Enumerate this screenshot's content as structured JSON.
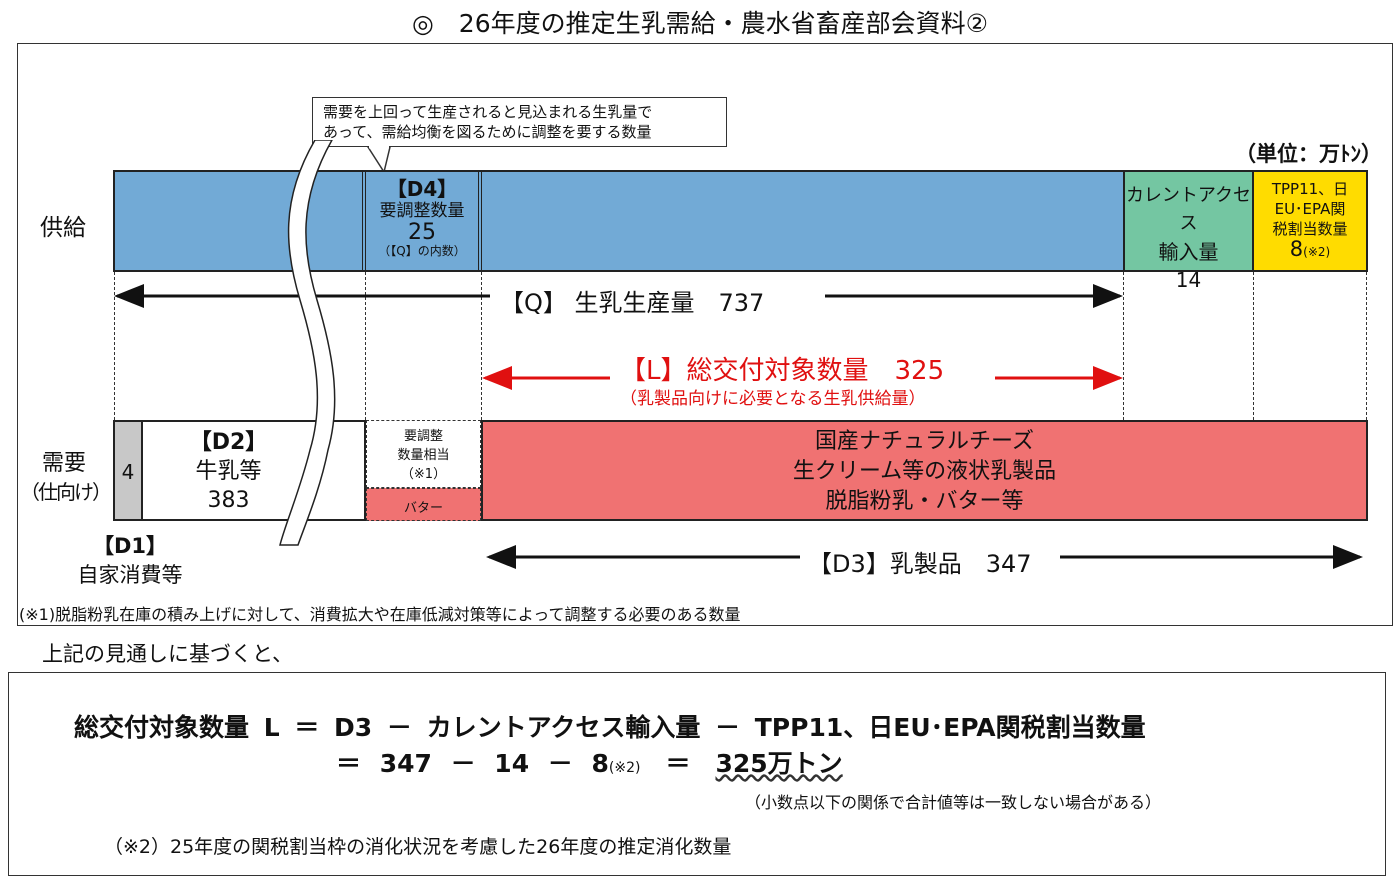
{
  "title": "◎　26年度の推定生乳需給・農水省畜産部会資料②",
  "unit": "（単位：万ﾄﾝ）",
  "callout": [
    "需要を上回って生産されると見込まれる生乳量で",
    "あって、需給均衡を図るために調整を要する数量"
  ],
  "supply": {
    "label": "供給",
    "d4": {
      "tag": "【D4】",
      "name": "要調整数量",
      "value": "25",
      "note": "（【Q】の内数）"
    },
    "ca": {
      "name1": "カレントアクセス",
      "name2": "輸入量",
      "value": "14"
    },
    "tpp": {
      "l1": "TPP11、日",
      "l2": "EU･EPA関",
      "l3": "税割当数量",
      "value": "8",
      "note": "(※2)"
    }
  },
  "q_arrow": "【Q】 生乳生産量　737",
  "l_arrow": {
    "label": "【L】総交付対象数量　325",
    "sub": "（乳製品向けに必要となる生乳供給量）"
  },
  "demand": {
    "label1": "需要",
    "label2": "（仕向け）",
    "d1": {
      "value": "4",
      "tag": "【D1】",
      "name": "自家消費等"
    },
    "d2": {
      "tag": "【D2】",
      "name": "牛乳等",
      "value": "383"
    },
    "adj": {
      "l1": "要調整",
      "l2": "数量相当",
      "l3": "（※1）",
      "butter": "バター"
    },
    "dairy": [
      "国産ナチュラルチーズ",
      "生クリーム等の液状乳製品",
      "脱脂粉乳・バター等"
    ]
  },
  "d3_arrow": "【D3】乳製品　347",
  "footnote1": "(※1)脱脂粉乳在庫の積み上げに対して、消費拡大や在庫低減対策等によって調整する必要のある数量",
  "lead": "上記の見通しに基づくと、",
  "formula": {
    "line1": "総交付対象数量 L ＝ D3 － カレントアクセス輸入量 － TPP11、日EU･EPA関税割当数量",
    "line2a": "＝ 347 － 14 － 8",
    "line2note": "(※2)",
    "line2b": "＝",
    "result": "325万トン",
    "note": "（小数点以下の関係で合計値等は一致しない場合がある）",
    "footnote2": "（※2）25年度の関税割当枠の消化状況を考慮した26年度の推定消化数量"
  }
}
